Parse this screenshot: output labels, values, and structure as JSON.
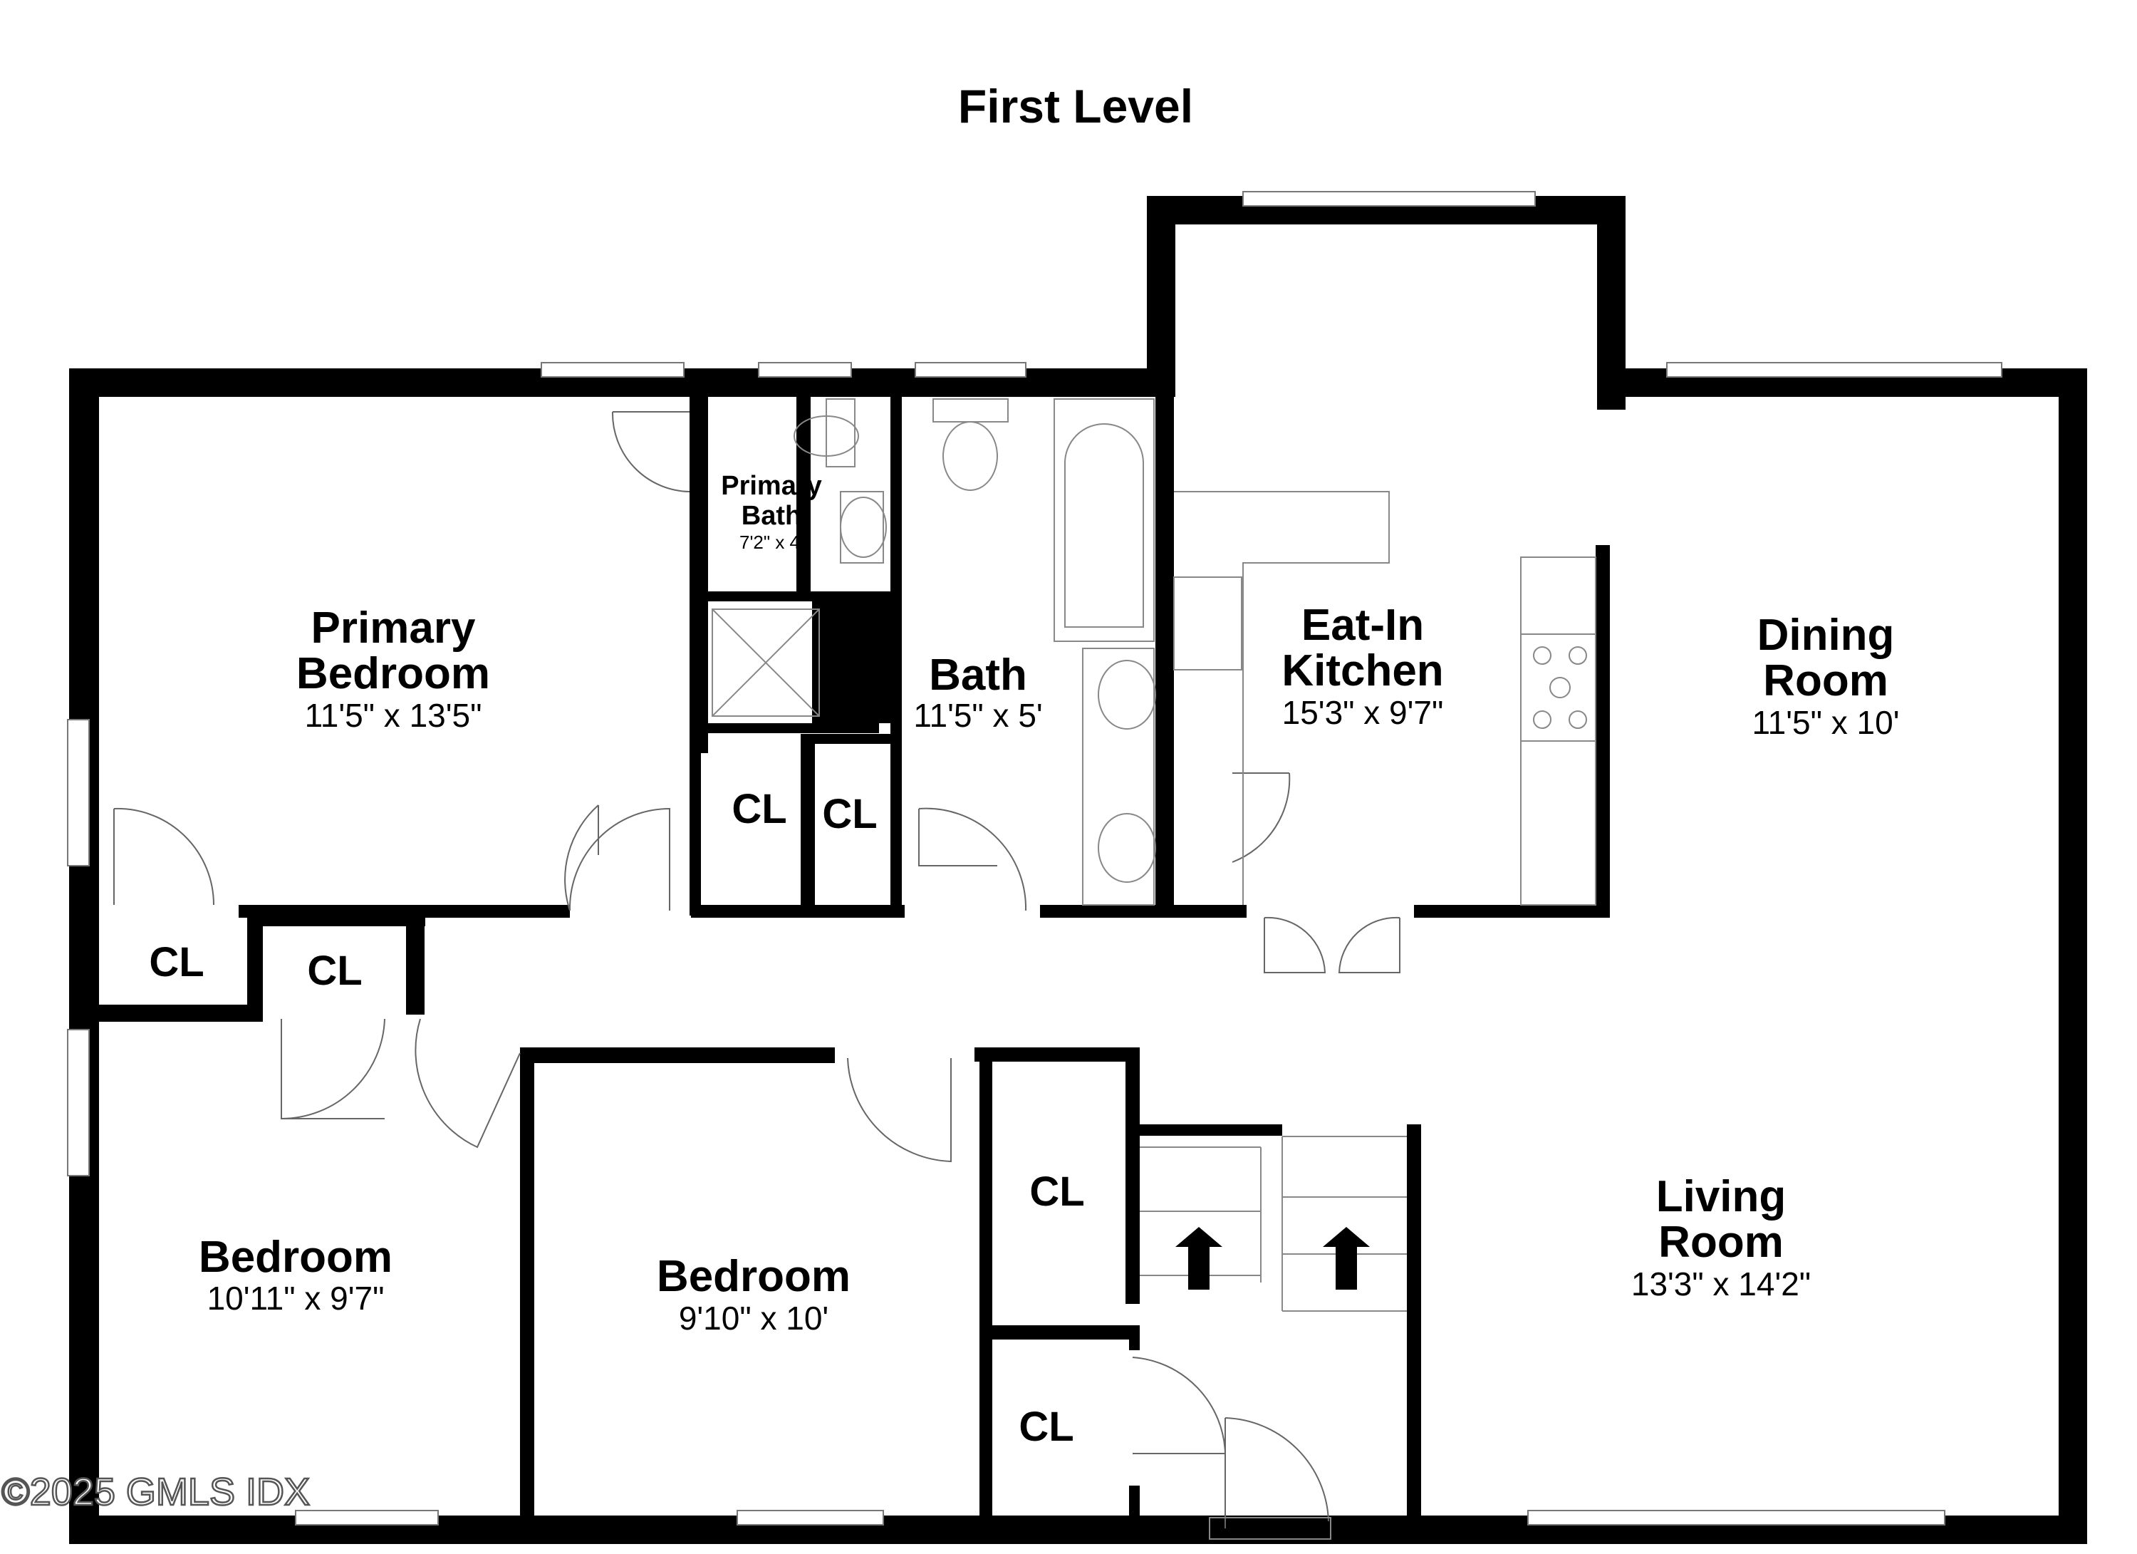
{
  "title": "First Level",
  "watermark": "©2025 GMLS IDX",
  "rooms": {
    "primary_bedroom": {
      "name_line1": "Primary",
      "name_line2": "Bedroom",
      "dims": "11'5\" x 13'5\""
    },
    "primary_bath": {
      "name_line1": "Primary",
      "name_line2": "Bath",
      "dims": "7'2\" x 4'"
    },
    "bath": {
      "name": "Bath",
      "dims": "11'5\" x 5'"
    },
    "eat_in_kitchen": {
      "name_line1": "Eat-In",
      "name_line2": "Kitchen",
      "dims": "15'3\" x 9'7\""
    },
    "dining_room": {
      "name_line1": "Dining",
      "name_line2": "Room",
      "dims": "11'5\" x 10'"
    },
    "living_room": {
      "name_line1": "Living",
      "name_line2": "Room",
      "dims": "13'3\" x 14'2\""
    },
    "bedroom_left": {
      "name": "Bedroom",
      "dims": "10'11\" x 9'7\""
    },
    "bedroom_center": {
      "name": "Bedroom",
      "dims": "9'10\" x 10'"
    }
  },
  "closet_label": "CL",
  "icons": [
    "stair-up-arrow-icon",
    "toilet-icon",
    "sink-icon",
    "bathtub-icon",
    "shower-icon",
    "cooktop-icon",
    "door-swing-icon",
    "window-icon"
  ],
  "colors": {
    "wall": "#000000",
    "background": "#ffffff",
    "fixture": "#777777"
  }
}
